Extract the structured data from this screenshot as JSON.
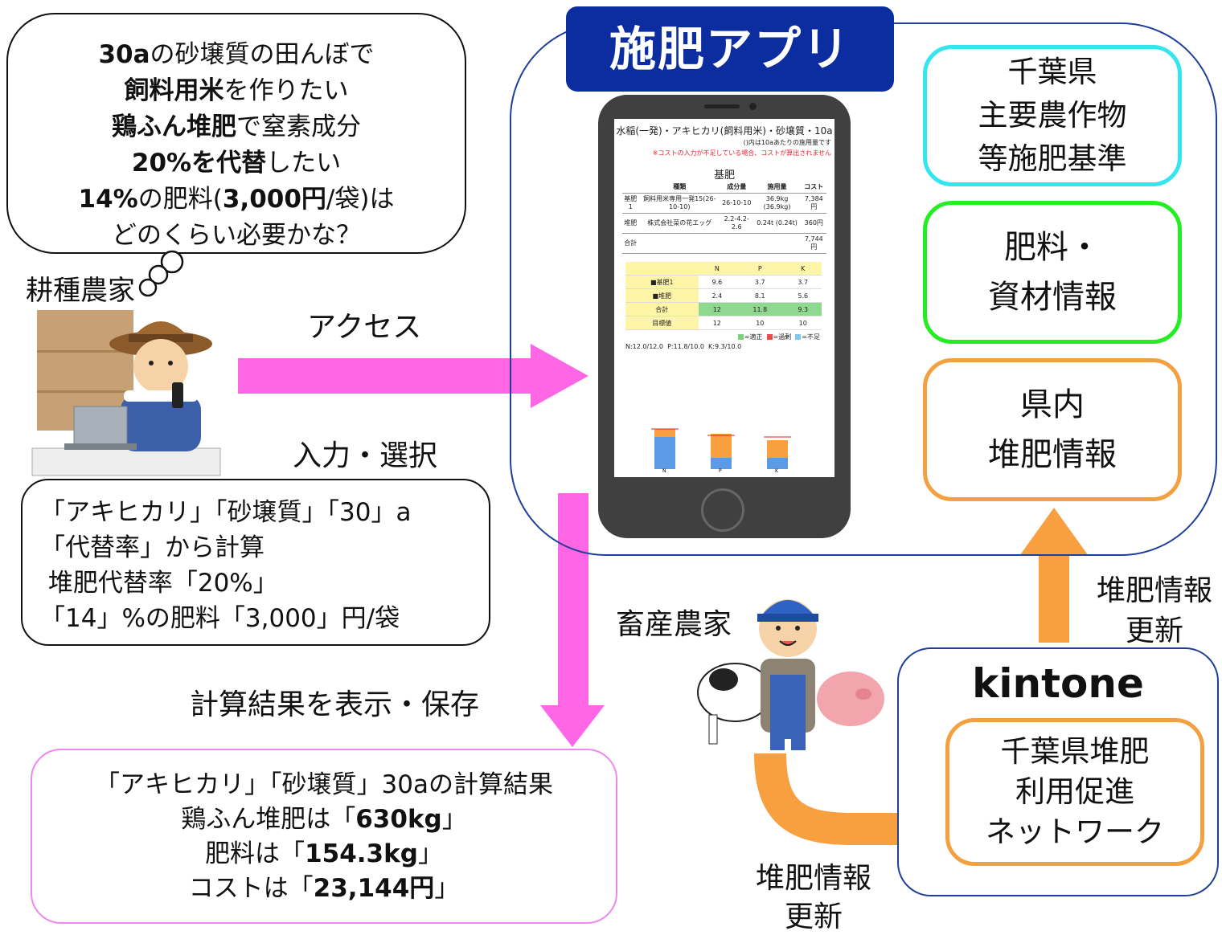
{
  "farmer_question": {
    "line1_bold": "30a",
    "line1_rest": "の砂壌質の田んぼで",
    "line2_bold": "飼料用米",
    "line2_rest": "を作りたい",
    "line3_bold": "鶏ふん堆肥",
    "line3_rest": "で窒素成分",
    "line4_bold": "20%を代替",
    "line4_rest": "したい",
    "line5_bold1": "14%",
    "line5_mid1": "の肥料(",
    "line5_bold2": "3,000円",
    "line5_rest": "/袋)は",
    "line6": "どのくらい必要かな？"
  },
  "labels": {
    "crop_farmer": "耕種農家",
    "access": "アクセス",
    "input_select": "入力・選択",
    "show_save": "計算結果を表示・保存",
    "livestock_farmer": "畜産農家",
    "compost_update_1": "堆肥情報",
    "compost_update_2": "更新"
  },
  "input": {
    "line1": "「アキヒカリ」「砂壌質」「30」a",
    "line2": "「代替率」から計算",
    "line3": " 堆肥代替率「20%」",
    "line4": "「14」%の肥料「3,000」円/袋"
  },
  "result": {
    "line1": "「アキヒカリ」「砂壌質」30aの計算結果",
    "line2_pre": "鶏ふん堆肥は「",
    "line2_bold": "630kg",
    "line2_post": "」",
    "line3_pre": "肥料は「",
    "line3_bold": "154.3kg",
    "line3_post": "」",
    "line4_pre": "コストは「",
    "line4_bold": "23,144円",
    "line4_post": "」"
  },
  "app": {
    "title": "施肥アプリ",
    "boxes": {
      "chiba": [
        "千葉県",
        "主要農作物",
        "等施肥基準"
      ],
      "fert": [
        "肥料・",
        "資材情報"
      ],
      "compost": [
        "県内",
        "堆肥情報"
      ]
    }
  },
  "kintone": {
    "title": "kintone",
    "network": [
      "千葉県堆肥",
      "利用促進",
      "ネットワーク"
    ]
  },
  "phone_screen": {
    "title": "水稲(一発)・アキヒカリ(飼料用米)・砂壌質・10a",
    "note": "()内は10aあたりの施用量です",
    "warning": "※コストの入力が不足している場合、コストが算出されません",
    "heading": "基肥",
    "cols": [
      "種類",
      "成分量",
      "施用量",
      "コスト"
    ],
    "rows": [
      {
        "label": "基肥1",
        "kind": "飼料用米専用一発15(26-10-10)",
        "comp": "26-10-10",
        "amount": "36.9kg (36.9kg)",
        "cost": "7,384円"
      },
      {
        "label": "堆肥",
        "kind": "株式会社菜の花エッグ",
        "comp": "2.2-4.2-2.6",
        "amount": "0.24t (0.24t)",
        "cost": "360円"
      },
      {
        "label": "合計",
        "kind": "",
        "comp": "",
        "amount": "",
        "cost": "7,744円"
      }
    ],
    "npk_cols": [
      "N",
      "P",
      "K"
    ],
    "npk_rows": [
      {
        "label": "■基肥1",
        "values": [
          "9.6",
          "3.7",
          "3.7"
        ]
      },
      {
        "label": "■堆肥",
        "values": [
          "2.4",
          "8.1",
          "5.6"
        ]
      },
      {
        "label": "合計",
        "values": [
          "12",
          "11.8",
          "9.3"
        ]
      },
      {
        "label": "目標値",
        "values": [
          "12",
          "10",
          "10"
        ]
      }
    ],
    "legend": [
      "=適正",
      "=過剰",
      "=不足"
    ],
    "summary": [
      "N:12.0/12.0",
      "P:11.8/10.0",
      "K:9.3/10.0"
    ],
    "chart_axis": [
      "N",
      "P",
      "K"
    ]
  },
  "colors": {
    "pink_arrow": "#ff66e6",
    "orange_arrow": "#f8a040",
    "app_blue": "#0b2d9f",
    "cyan_box": "#33e6ee",
    "green_box": "#22ee22",
    "orange_box": "#f4a040"
  }
}
